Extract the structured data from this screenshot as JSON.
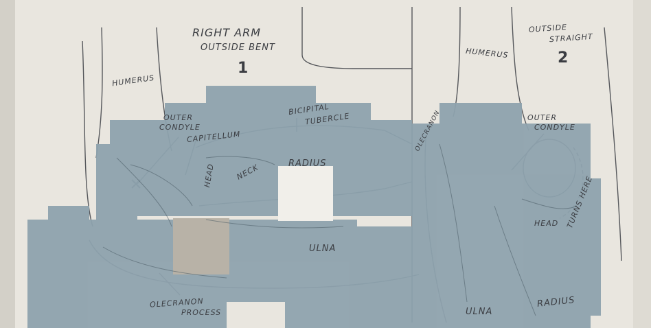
{
  "figure1": {
    "title_line1": "RIGHT ARM",
    "title_line2": "OUTSIDE BENT",
    "number": "1",
    "labels": {
      "humerus": "HUMERUS",
      "outer_condyle_1": "OUTER",
      "outer_condyle_2": "CONDYLE",
      "capitellum": "CAPITELLUM",
      "bicipital_1": "BICIPITAL",
      "bicipital_2": "TUBERCLE",
      "head": "HEAD",
      "neck": "NECK",
      "radius": "RADIUS",
      "ulna": "ULNA",
      "olecranon_process_1": "OLECRANON",
      "olecranon_process_2": "PROCESS"
    }
  },
  "figure2": {
    "title_line1": "OUTSIDE",
    "title_line2": "STRAIGHT",
    "number": "2",
    "labels": {
      "humerus": "HUMERUS",
      "olecranon": "OLECRANON",
      "outer_condyle_1": "OUTER",
      "outer_condyle_2": "CONDYLE",
      "turns_here": "TURNS HERE",
      "head": "HEAD",
      "ulna": "ULNA",
      "radius": "RADIUS"
    }
  },
  "colors": {
    "paper": "#e9e6df",
    "redaction_overlay": "#8ea3ae",
    "ink": "#3b3d42"
  }
}
